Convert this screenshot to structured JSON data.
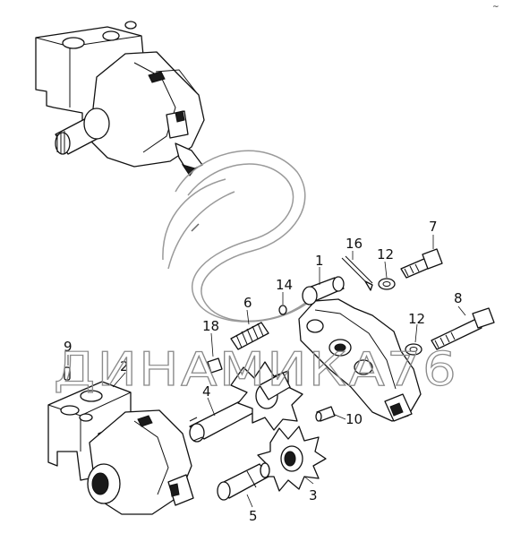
{
  "corner_mark": "~",
  "watermark": "ДИНАМИКА76",
  "callouts": {
    "c1": "1",
    "c2": "2",
    "c3": "3",
    "c4": "4",
    "c5": "5",
    "c6": "6",
    "c7": "7",
    "c8": "8",
    "c9": "9",
    "c10": "10",
    "c12a": "12",
    "c12b": "12",
    "c14": "14",
    "c16": "16",
    "c18": "18"
  }
}
